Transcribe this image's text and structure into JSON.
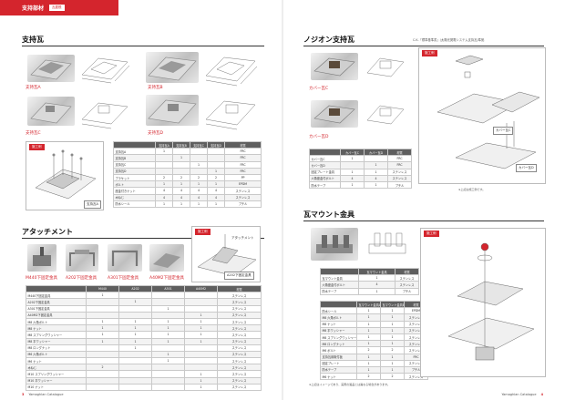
{
  "header": {
    "title": "支持部材",
    "tag": "瓦屋根"
  },
  "left": {
    "section1_title": "支持瓦",
    "labels": [
      "支持瓦A",
      "支持瓦B",
      "支持瓦C",
      "支持瓦D"
    ],
    "table1": {
      "headers": [
        "",
        "支持瓦A",
        "支持瓦B",
        "支持瓦C",
        "支持瓦D",
        "材質"
      ],
      "rows": [
        [
          "支持瓦A",
          "1",
          "",
          "",
          "",
          "FRC"
        ],
        [
          "支持瓦B",
          "",
          "1",
          "",
          "",
          "FRC"
        ],
        [
          "支持瓦C",
          "",
          "",
          "1",
          "",
          "FRC"
        ],
        [
          "支持瓦D",
          "",
          "",
          "",
          "1",
          "FRC"
        ],
        [
          "ブラケット",
          "2",
          "2",
          "2",
          "2",
          "PP"
        ],
        [
          "ボルト",
          "1",
          "1",
          "1",
          "1",
          "EPDM"
        ],
        [
          "座金付きナット",
          "4",
          "4",
          "4",
          "4",
          "ステンレス"
        ],
        [
          "木ねじ",
          "4",
          "4",
          "4",
          "4",
          "ステンレス"
        ],
        [
          "防水シール",
          "1",
          "1",
          "1",
          "1",
          "ブチル"
        ]
      ]
    },
    "frame1_tag": "施工例",
    "frame1_callout": "支持瓦A",
    "section2_title": "アタッチメント",
    "attach_labels": [
      "M440下固定金具",
      "A202下固定金具",
      "A301下固定金具",
      "A40M2下固定金具"
    ],
    "frame2_tag": "施工例",
    "frame2_callout1": "アタッチメント",
    "frame2_callout2": "A202下固定金具",
    "table2": {
      "headers": [
        "",
        "M440",
        "A202",
        "A301",
        "A40M2",
        "材質"
      ],
      "rows": [
        [
          "M440下固定金具",
          "1",
          "",
          "",
          "",
          "ステンレス"
        ],
        [
          "A202下固定金具",
          "",
          "1",
          "",
          "",
          "ステンレス"
        ],
        [
          "A301下固定金具",
          "",
          "",
          "1",
          "",
          "ステンレス"
        ],
        [
          "A40M2下固定金具",
          "",
          "",
          "",
          "1",
          "ステンレス"
        ],
        [
          "M8 六角ボルト",
          "1",
          "1",
          "1",
          "1",
          "ステンレス"
        ],
        [
          "M8 ナット",
          "1",
          "1",
          "1",
          "1",
          "ステンレス"
        ],
        [
          "M8 スプリングワッシャー",
          "1",
          "1",
          "1",
          "1",
          "ステンレス"
        ],
        [
          "M8 平ワッシャー",
          "1",
          "1",
          "1",
          "1",
          "ステンレス"
        ],
        [
          "M8 ロングナット",
          "",
          "1",
          "",
          "",
          "ステンレス"
        ],
        [
          "M6 六角ボルト",
          "",
          "",
          "1",
          "",
          "ステンレス"
        ],
        [
          "M6 ナット",
          "",
          "",
          "1",
          "",
          "ステンレス"
        ],
        [
          "木ねじ",
          "2",
          "",
          "",
          "",
          "ステンレス"
        ],
        [
          "M10 スプリングワッシャー",
          "",
          "",
          "",
          "1",
          "ステンレス"
        ],
        [
          "M10 平ワッシャー",
          "",
          "",
          "",
          "1",
          "ステンレス"
        ],
        [
          "M10 ナット",
          "",
          "",
          "",
          "1",
          "ステンレス"
        ]
      ]
    },
    "footer_page": "3",
    "footer_text": "Yamaghlan Catalogue"
  },
  "right": {
    "section1_title": "ノジオン支持瓦",
    "section1_note": "C.K.「標準基準書」(太陽光発電システム支持瓦)準拠",
    "labels": [
      "カバー瓦C",
      "カバー瓦D"
    ],
    "frame_tag": "施工例",
    "callout_c": "カバー瓦C",
    "callout_d": "カバー瓦D",
    "table1": {
      "headers": [
        "",
        "カバー瓦C",
        "カバー瓦D",
        "材質"
      ],
      "rows": [
        [
          "カバー瓦C",
          "1",
          "",
          "FRC"
        ],
        [
          "カバー瓦D",
          "",
          "1",
          "FRC"
        ],
        [
          "固定プレート金具",
          "1",
          "1",
          "ステンレス"
        ],
        [
          "六角座金付ボルト",
          "4",
          "4",
          "ステンレス"
        ],
        [
          "防水テープ",
          "1",
          "1",
          "ブチル"
        ]
      ]
    },
    "frame_note": "※上記は施工例です。",
    "section2_title": "瓦マウント金具",
    "table2": {
      "headers": [
        "",
        "瓦マウント金具",
        "材質"
      ],
      "rows": [
        [
          "瓦マウント金具",
          "1",
          "ステンレス"
        ],
        [
          "六角座金付ボルト",
          "4",
          "ステンレス"
        ],
        [
          "防水テープ",
          "1",
          "ブチル"
        ]
      ]
    },
    "table3": {
      "headers": [
        "",
        "瓦マウント金具A",
        "瓦マウント金具B",
        "材質"
      ],
      "rows": [
        [
          "防水シール",
          "1",
          "1",
          "EPDM"
        ],
        [
          "M8 六角ボルト",
          "1",
          "1",
          "ステンレス"
        ],
        [
          "M8 ナット",
          "1",
          "1",
          "ステンレス"
        ],
        [
          "M8 平ワッシャー",
          "1",
          "1",
          "ステンレス"
        ],
        [
          "M8 スプリングワッシャー",
          "1",
          "1",
          "ステンレス"
        ],
        [
          "M8 ロングナット",
          "1",
          "1",
          "ステンレス"
        ],
        [
          "M6 ボルト",
          "2",
          "2",
          "ステンレス"
        ],
        [
          "支持瓦用取付板",
          "1",
          "1",
          "FRC"
        ],
        [
          "固定プレート",
          "1",
          "1",
          "ステンレス"
        ],
        [
          "防水テープ",
          "1",
          "1",
          "ブチル"
        ],
        [
          "M6 ナット",
          "2",
          "2",
          "ステンレス"
        ]
      ]
    },
    "frame2_tag": "施工例",
    "bottom_note": "※上記はイメージであり、実際の製品とは異なる場合があります。",
    "footer_text": "Yamaghlan Catalogue",
    "footer_page": "4"
  },
  "colors": {
    "accent": "#d4252d",
    "table_header": "#5f5f5f"
  }
}
